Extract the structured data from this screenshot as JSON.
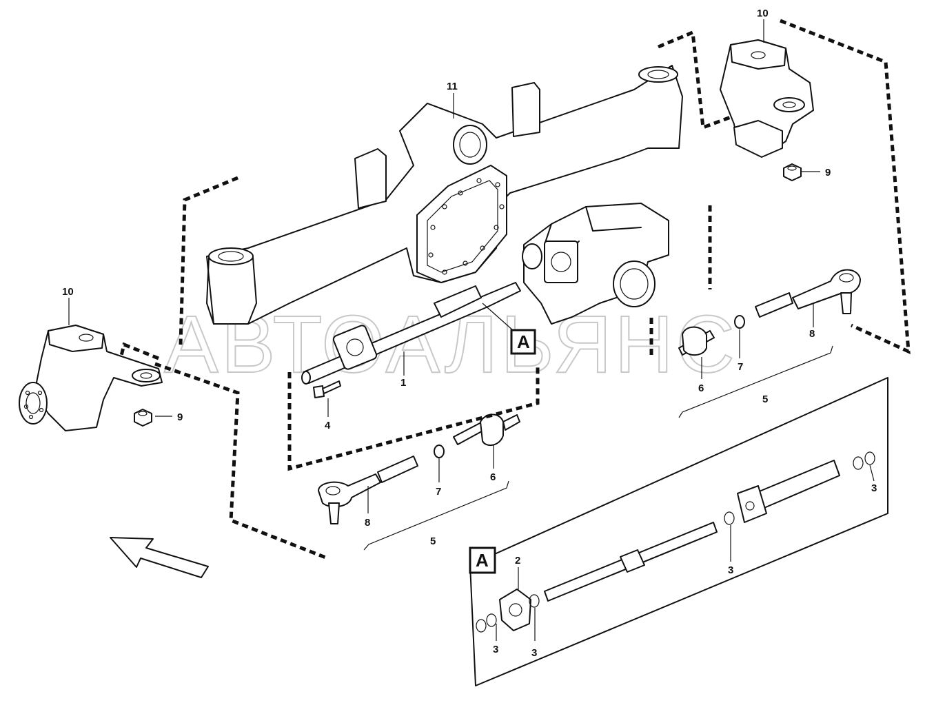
{
  "watermark": "АВТОАЛЬЯНС",
  "detail_tag": "A",
  "detail_inset_tag": "A",
  "callouts": {
    "axle_beam": "11",
    "knuckle_left": "10",
    "knuckle_right": "10",
    "nut_left": "9",
    "nut_right": "9",
    "shaft": "1",
    "bolt": "4",
    "tie_rod_left": "5",
    "tie_rod_right": "5",
    "joint_left": "6",
    "joint_right": "6",
    "washer_left": "7",
    "washer_right": "7",
    "end_left": "8",
    "end_right": "8",
    "flange": "2",
    "ring_a": "3",
    "ring_b": "3",
    "ring_c": "3",
    "ring_d": "3"
  },
  "icons": {
    "direction_arrow": "direction-arrow-icon"
  }
}
